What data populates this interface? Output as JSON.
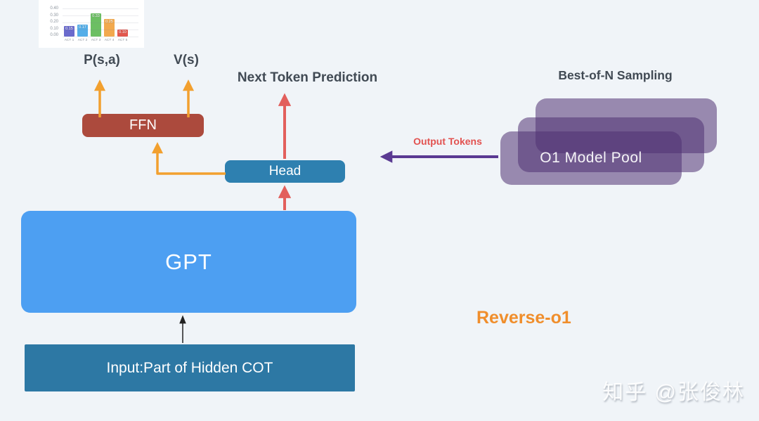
{
  "canvas": {
    "background": "#f0f4f8"
  },
  "labels": {
    "p_sa": "P(s,a)",
    "v_s": "V(s)",
    "next_token_prediction": "Next Token Prediction",
    "best_of_n_sampling": "Best-of-N Sampling",
    "output_tokens": "Output Tokens",
    "reverse_o1": "Reverse-o1"
  },
  "nodes": {
    "ffn": {
      "label": "FFN",
      "color": "#ac4a3d"
    },
    "head": {
      "label": "Head",
      "color": "#2e80b0"
    },
    "gpt": {
      "label": "GPT",
      "color": "#4d9ff2"
    },
    "input": {
      "label": "Input:Part of Hidden COT",
      "color": "#2d78a4"
    },
    "o1_model_pool": {
      "label": "O1 Model Pool",
      "color": "rgba(80,50,115,0.55)"
    }
  },
  "arrow_colors": {
    "orange": "#f2a02f",
    "red": "#e25f5c",
    "purple": "#5a3a92",
    "black": "#222222"
  },
  "watermark": "知乎 @张俊林",
  "chart_data": {
    "type": "bar",
    "title": "",
    "xlabel": "",
    "ylabel": "",
    "categories": [
      "ACT 1",
      "ACT 2",
      "ACT 3",
      "ACT 4",
      "ACT 5"
    ],
    "values": [
      0.15,
      0.17,
      0.33,
      0.25,
      0.1
    ],
    "value_labels": [
      "0.15",
      "0.17",
      "0.33",
      "0.25",
      "0.10"
    ],
    "bar_colors": [
      "#6a6acc",
      "#54aee8",
      "#6cbf63",
      "#f2a94e",
      "#e2574d"
    ],
    "yticks": [
      "0.40",
      "0.30",
      "0.20",
      "0.10",
      "0.00"
    ],
    "ylim": [
      0,
      0.4
    ],
    "grid": true,
    "legend_position": "none"
  }
}
